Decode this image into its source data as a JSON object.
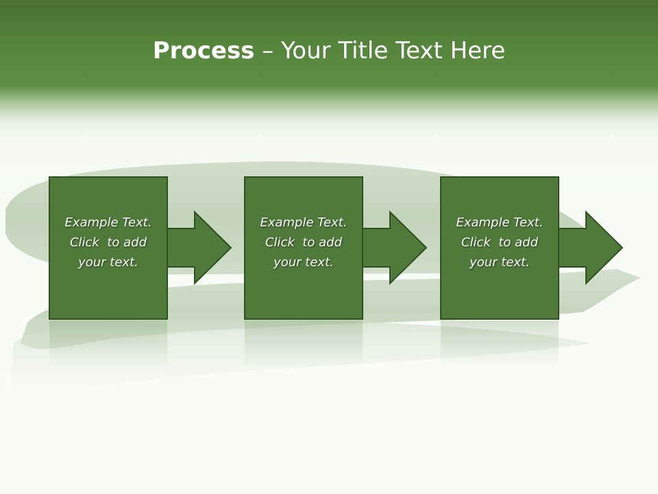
{
  "title": {
    "strong": "Process",
    "rest": " – Your Title Text Here"
  },
  "steps": [
    {
      "line1": "Example Text.",
      "line2": "Click  to add",
      "line3": "your text."
    },
    {
      "line1": "Example Text.",
      "line2": "Click  to add",
      "line3": "your text."
    },
    {
      "line1": "Example Text.",
      "line2": "Click  to add",
      "line3": "your text."
    }
  ],
  "colors": {
    "header": "#5a8a40",
    "box": "#4f7a3a",
    "box_border": "#2e4f22",
    "text": "#ffffff"
  }
}
